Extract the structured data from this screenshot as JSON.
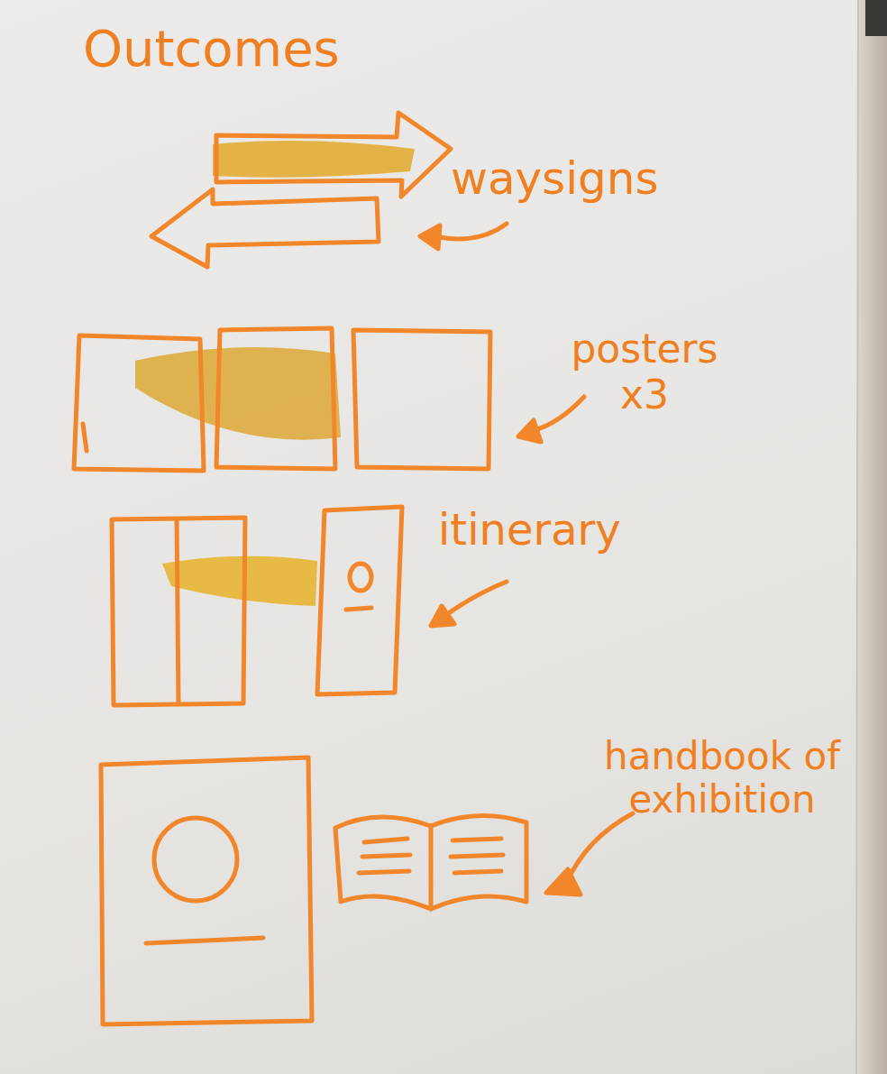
{
  "diagram": {
    "title": "Outcomes",
    "labels": [
      "waysigns",
      "posters x3",
      "itinerary",
      "handbook of exhibition"
    ]
  }
}
